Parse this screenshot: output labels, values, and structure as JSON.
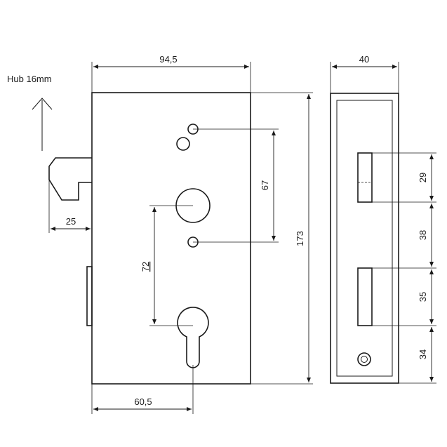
{
  "labels": {
    "stroke_note": "Hub 16mm",
    "width_front": "94,5",
    "width_side": "40",
    "height_total": "173",
    "hole_spacing_upper": "67",
    "hole_spacing_lower": "72",
    "latch_projection": "25",
    "backset": "60,5",
    "bolt_height": "29",
    "gap_between_bolts": "38",
    "lower_bolt_height": "35",
    "bottom_margin": "34"
  },
  "colors": {
    "line": "#1a1a1a",
    "background": "#ffffff"
  }
}
